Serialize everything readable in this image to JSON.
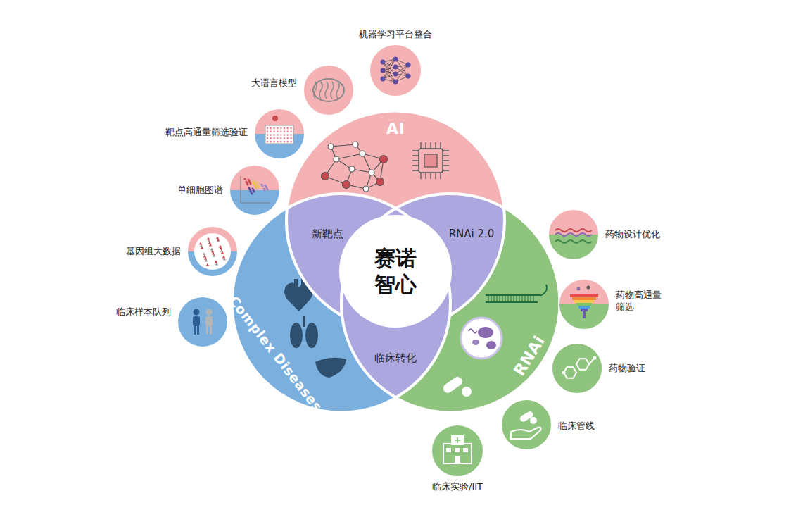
{
  "diagram": {
    "nodes": [
      {
        "text": [
          "AI"
        ]
      },
      {
        "text": [
          "Complex Diseases"
        ]
      },
      {
        "text": [
          "RNAi"
        ]
      },
      {
        "text": [
          "新靶点"
        ]
      },
      {
        "text": [
          "RNAi 2.0"
        ]
      },
      {
        "text": [
          "临床转化"
        ]
      },
      {
        "text": [
          "赛诺智心"
        ]
      },
      {
        "text": [
          "机器学习平台整合"
        ]
      },
      {
        "text": [
          "大语言模型"
        ]
      },
      {
        "text": [
          "靶点高通量筛选验证"
        ]
      },
      {
        "text": [
          "单细胞图谱"
        ]
      },
      {
        "text": [
          "基因组大数据"
        ]
      },
      {
        "text": [
          "临床样本队列"
        ]
      },
      {
        "text": [
          "药物设计优化"
        ]
      },
      {
        "text": [
          "药物高通量 筛选"
        ]
      },
      {
        "text": [
          "药物验证"
        ]
      },
      {
        "text": [
          "临床管线"
        ]
      },
      {
        "text": [
          "临床实验/IIT"
        ]
      }
    ]
  }
}
